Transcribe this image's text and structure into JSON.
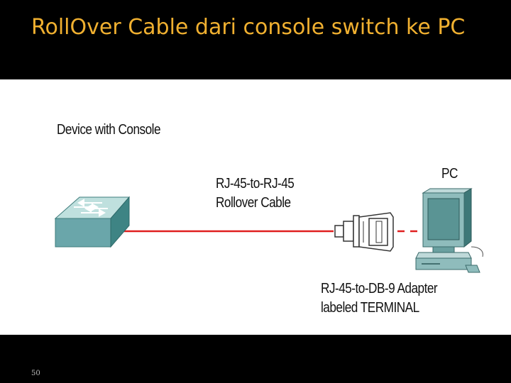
{
  "slide": {
    "title": "RollOver Cable dari console switch ke PC",
    "page_number": "50"
  },
  "diagram": {
    "device_label": "Device with Console",
    "pc_label": "PC",
    "cable_label_line1": "RJ-45-to-RJ-45",
    "cable_label_line2": "Rollover Cable",
    "adapter_label_line1": "RJ-45-to-DB-9 Adapter",
    "adapter_label_line2": "labeled TERMINAL"
  },
  "colors": {
    "title": "#f0b030",
    "background": "#000000",
    "cable": "#e02020",
    "switch": "#6aa6aa"
  },
  "icons": [
    "switch-icon",
    "db9-adapter-icon",
    "pc-icon"
  ]
}
